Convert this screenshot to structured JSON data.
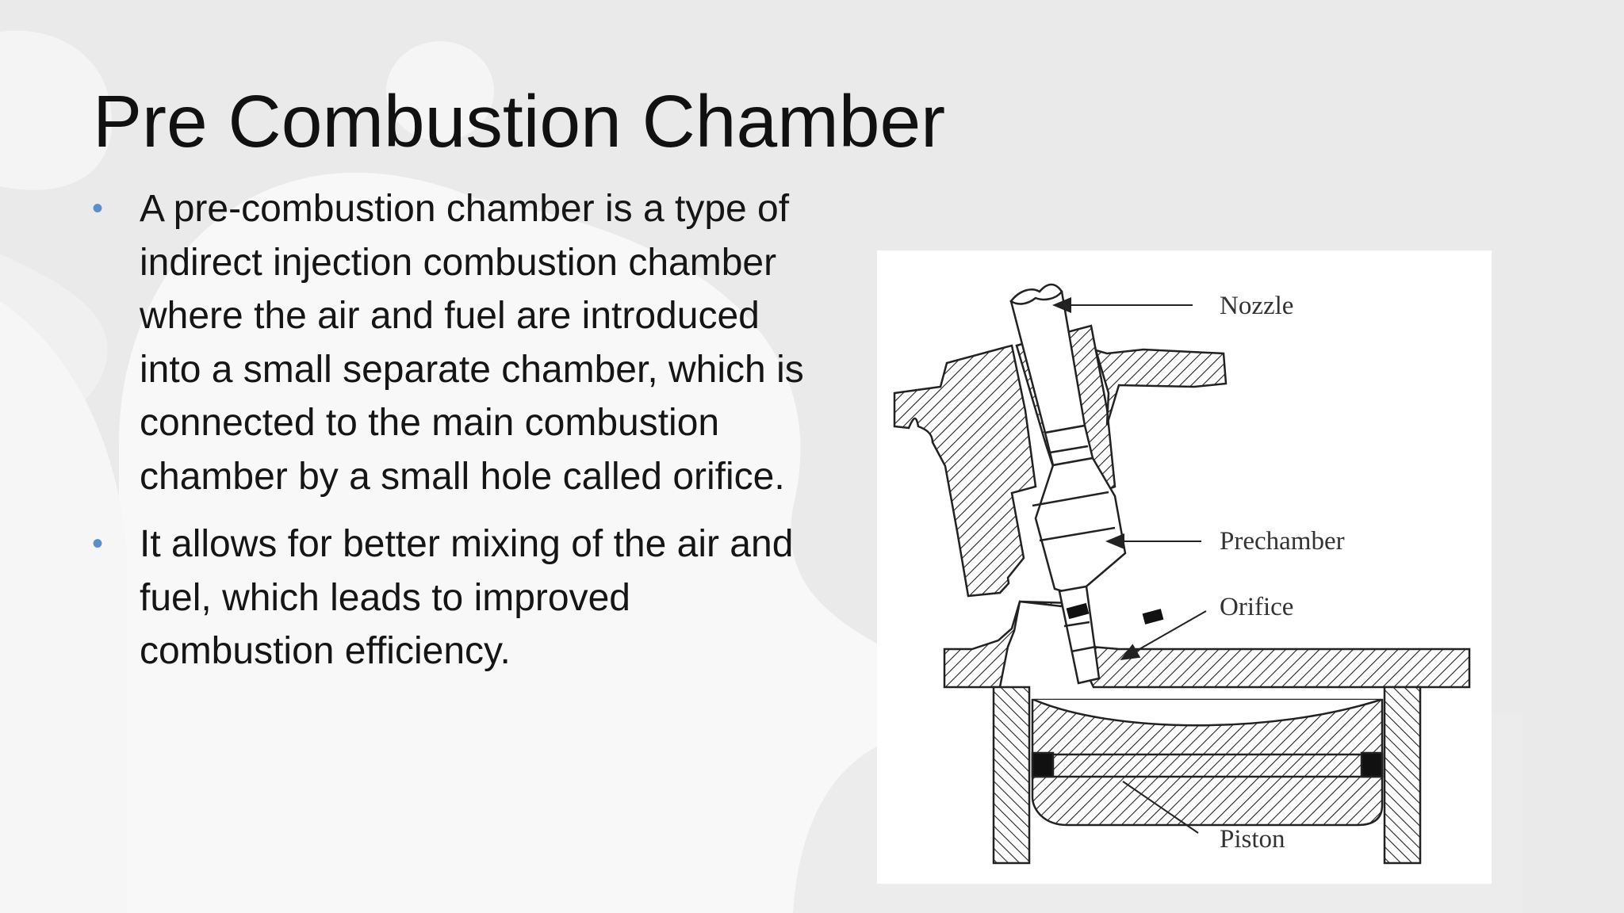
{
  "slide": {
    "title": "Pre Combustion Chamber",
    "bullets": [
      "A pre-combustion chamber is a type of indirect injection combustion chamber where the air and fuel are introduced into a small separate chamber, which is connected to the main combustion chamber by a small hole called orifice.",
      "It allows for better mixing of the air and fuel, which leads to improved combustion efficiency."
    ],
    "bullet_color": "#5b8fc9"
  },
  "diagram": {
    "labels": {
      "nozzle": "Nozzle",
      "prechamber": "Prechamber",
      "orifice": "Orifice",
      "piston": "Piston"
    }
  }
}
